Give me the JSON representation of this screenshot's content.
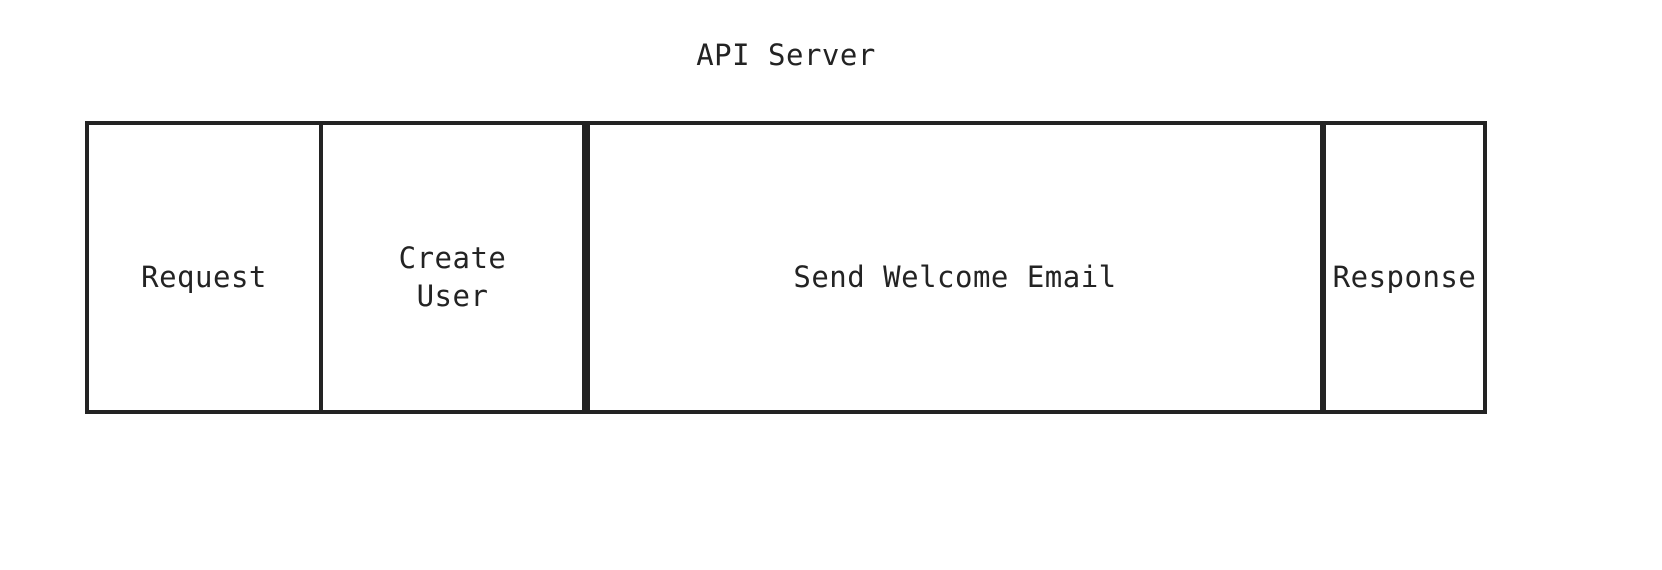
{
  "diagram": {
    "title": "API Server",
    "type": "timeline-bar",
    "colors": {
      "stroke": "#232323",
      "fill": "#ffffff",
      "text": "#232323",
      "background": "#ffffff"
    },
    "segments": [
      {
        "id": "request",
        "label": "Request",
        "lines": [
          "Request"
        ]
      },
      {
        "id": "create-user",
        "label": "Create\nUser",
        "lines": [
          "Create",
          "User"
        ]
      },
      {
        "id": "send-email",
        "label": "Send Welcome Email",
        "lines": [
          "Send Welcome Email"
        ]
      },
      {
        "id": "response",
        "label": "Response",
        "lines": [
          "Response"
        ]
      }
    ]
  }
}
